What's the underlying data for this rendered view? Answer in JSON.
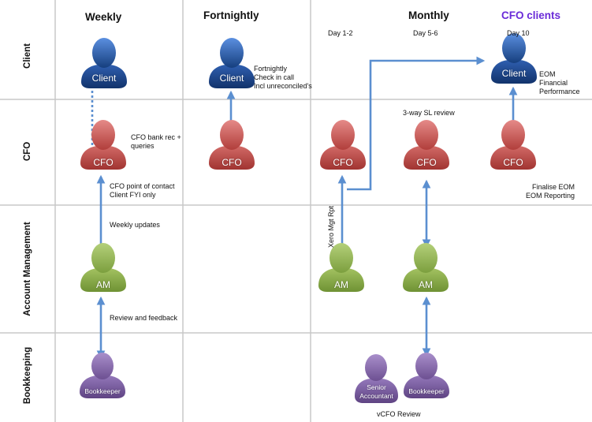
{
  "columns": {
    "weekly": "Weekly",
    "fortnightly": "Fortnightly",
    "monthly": "Monthly",
    "cfo_clients": "CFO clients"
  },
  "days": {
    "d1": "Day 1-2",
    "d2": "Day 5-6",
    "d3": "Day 10"
  },
  "rows": {
    "client": "Client",
    "cfo": "CFO",
    "account_management": "Account Management",
    "bookkeeping": "Bookkeeping"
  },
  "roles": {
    "client": "Client",
    "cfo": "CFO",
    "am": "AM",
    "bookkeeper": "Bookkeeper",
    "senior_line1": "Senior",
    "senior_line2": "Accountant"
  },
  "notes": {
    "fortnightly_1": "Fortnightly",
    "fortnightly_2": "Check in call",
    "fortnightly_3": "Incl unreconciled's",
    "eom_1": "EOM",
    "eom_2": "Financial",
    "eom_3": "Performance",
    "bankrec_1": "CFO bank rec +",
    "bankrec_2": "queries",
    "sl_review": "3-way SL review",
    "contact_1": "CFO point of contact",
    "contact_2": "Client FYI only",
    "finalise_1": "Finalise EOM",
    "finalise_2": "EOM Reporting",
    "weekly_updates": "Weekly updates",
    "xero": "Xero Mgt Rpt",
    "review_feedback": "Review and feedback",
    "vcfo_review": "vCFO Review"
  },
  "colors": {
    "client": "#1f4a8a",
    "cfo": "#c0504d",
    "am": "#8aac4a",
    "bookkeeper": "#8064a2",
    "arrow": "#5b8fd0",
    "accent": "#6a2bd8",
    "grid": "#c8c8c8"
  }
}
